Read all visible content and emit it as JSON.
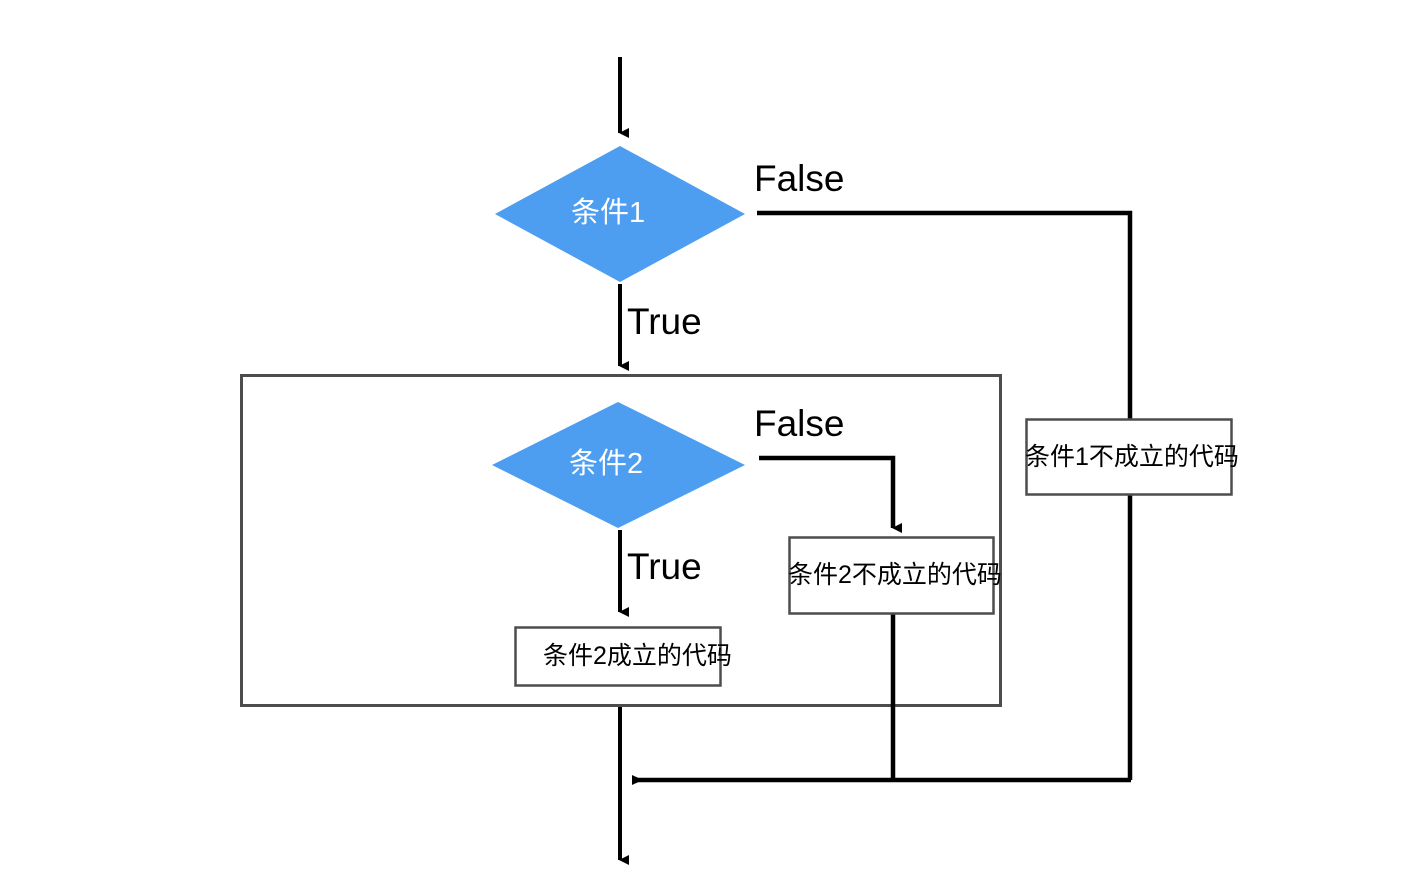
{
  "diagram": {
    "type": "flowchart",
    "title": "nested-if-else-flowchart",
    "colors": {
      "decision_fill": "#4d9ef0",
      "decision_text": "#ffffff",
      "line": "#000000",
      "box_border": "#4d4d4d",
      "box_fill": "#ffffff",
      "background": "#ffffff"
    },
    "nodes": {
      "decision1": {
        "label": "条件1",
        "shape": "diamond"
      },
      "decision2": {
        "label": "条件2",
        "shape": "diamond"
      },
      "cond1_false_box": {
        "label": "条件1不成立的代码",
        "shape": "rect"
      },
      "cond2_false_box": {
        "label": "条件2不成立的代码",
        "shape": "rect"
      },
      "cond2_true_box": {
        "label": "条件2成立的代码",
        "shape": "rect"
      },
      "inner_container": {
        "label": "",
        "shape": "rect-group"
      }
    },
    "edge_labels": {
      "cond1_false": "False",
      "cond1_true": "True",
      "cond2_false": "False",
      "cond2_true": "True"
    },
    "edges": [
      {
        "from": "entry",
        "to": "decision1",
        "label": ""
      },
      {
        "from": "decision1",
        "to": "cond1_false_box",
        "label": "False"
      },
      {
        "from": "decision1",
        "to": "decision2",
        "label": "True"
      },
      {
        "from": "decision2",
        "to": "cond2_false_box",
        "label": "False"
      },
      {
        "from": "decision2",
        "to": "cond2_true_box",
        "label": "True"
      },
      {
        "from": "cond2_false_box",
        "to": "merge",
        "label": ""
      },
      {
        "from": "cond1_false_box",
        "to": "merge",
        "label": ""
      },
      {
        "from": "inner_container",
        "to": "merge",
        "label": ""
      },
      {
        "from": "merge",
        "to": "exit",
        "label": ""
      }
    ]
  }
}
